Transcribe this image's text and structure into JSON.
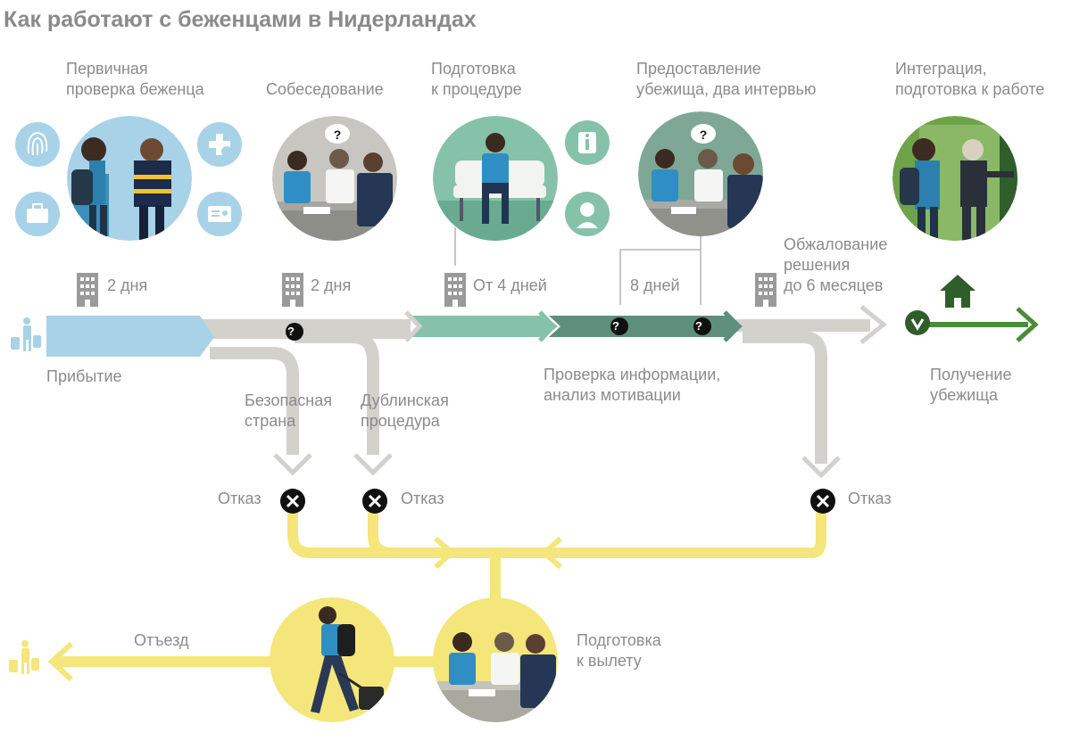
{
  "title": "Как работают с беженцами в Нидерландах",
  "stages": [
    {
      "line1": "Первичная",
      "line2": "проверка беженца",
      "duration": "2 дня"
    },
    {
      "line1": "Собеседование",
      "line2": "",
      "duration": "2 дня"
    },
    {
      "line1": "Подготовка",
      "line2": "к процедуре",
      "duration": "От 4 дней"
    },
    {
      "line1": "Предоставление",
      "line2": "убежища, два интервью",
      "duration": "8 дней"
    },
    {
      "line1": "Интеграция,",
      "line2": "подготовка к работе",
      "duration": ""
    }
  ],
  "appeal": {
    "line1": "Обжалование",
    "line2": "решения",
    "line3": "до 6 месяцев"
  },
  "arrival": "Прибытие",
  "check": {
    "line1": "Проверка информации,",
    "line2": "анализ мотивации"
  },
  "asylum": {
    "line1": "Получение",
    "line2": "убежища"
  },
  "safe_country": {
    "line1": "Безопасная",
    "line2": "страна"
  },
  "dublin": {
    "line1": "Дублинская",
    "line2": "процедура"
  },
  "refusal": "Отказ",
  "departure": "Отъезд",
  "prep_departure": {
    "line1": "Подготовка",
    "line2": "к вылету"
  },
  "question_mark": "?",
  "colors": {
    "light_blue": "#a8d2e8",
    "gray_track": "#d3d1cc",
    "teal_light": "#86c2aa",
    "teal_dark": "#5e8f7c",
    "green": "#4b8b3b",
    "dark_green": "#2f5e2a",
    "yellow": "#f4e67a",
    "building": "#9a9a9a"
  },
  "icons": [
    "fingerprint-icon",
    "medical-check-icon",
    "suitcase-icon",
    "id-card-icon",
    "info-icon",
    "interpreter-icon",
    "building-icon",
    "house-icon",
    "traveler-icon",
    "question-icon",
    "refusal-icon",
    "check-icon"
  ]
}
